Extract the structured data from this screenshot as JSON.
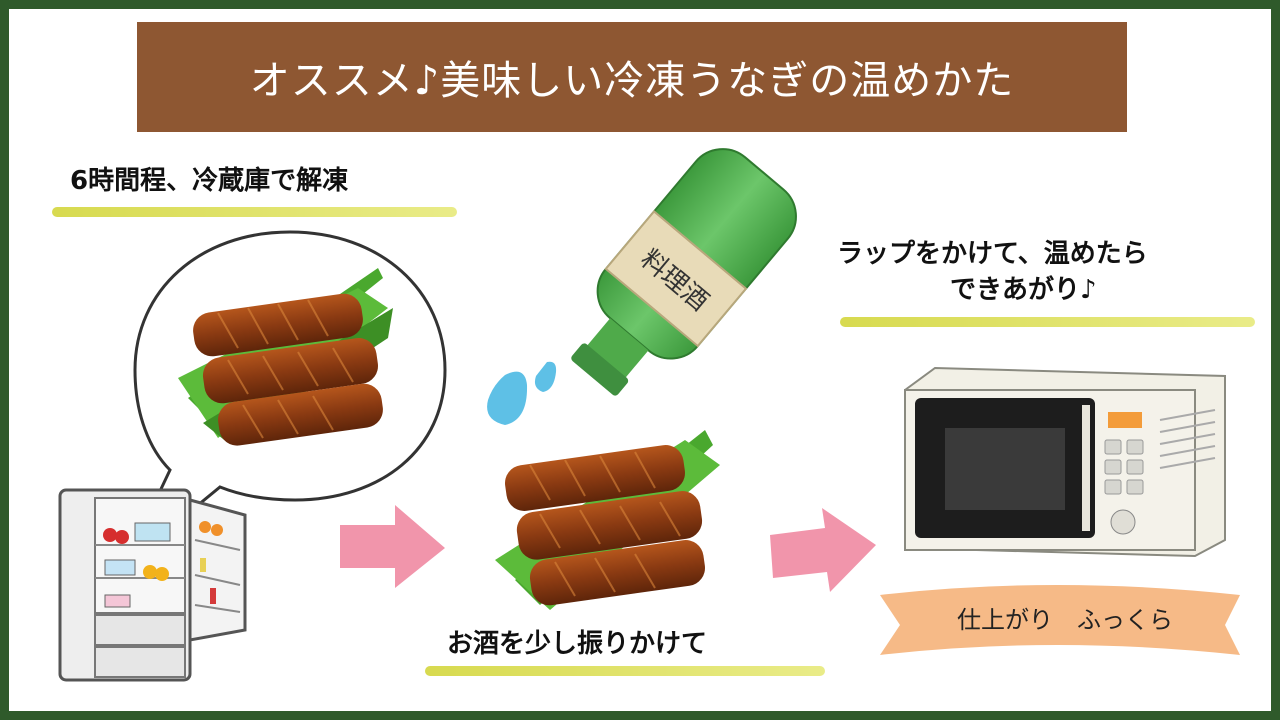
{
  "title": "オススメ♪美味しい冷凍うなぎの温めかた",
  "steps": {
    "step1": "6時間程、冷蔵庫で解凍",
    "step2": "お酒を少し振りかけて",
    "step3_line1": "ラップをかけて、温めたら",
    "step3_line2": "できあがり♪"
  },
  "bottle_label": "料理酒",
  "result_label": "仕上がり　ふっくら",
  "colors": {
    "frame": "#2f5a2b",
    "title_bg": "#8e5732",
    "marker": "#d3d63c",
    "arrow": "#f08aa2",
    "ribbon": "#f5b27a",
    "leaf": "#4aa82e",
    "eel": "#8a3a12"
  },
  "icons": [
    "refrigerator-icon",
    "speech-bubble-icon",
    "eel-icon",
    "sake-bottle-icon",
    "water-drop-icon",
    "microwave-icon",
    "arrow-right-icon"
  ]
}
